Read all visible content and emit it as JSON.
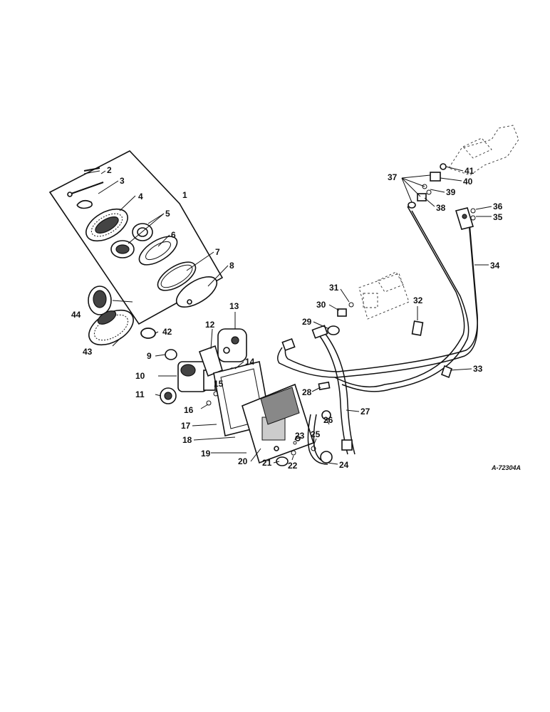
{
  "drawing_number": "A-72304A",
  "callouts": {
    "c1": "1",
    "c2": "2",
    "c3": "3",
    "c4": "4",
    "c5": "5",
    "c6": "6",
    "c7": "7",
    "c8": "8",
    "c9": "9",
    "c10": "10",
    "c11": "11",
    "c12": "12",
    "c13": "13",
    "c14": "14",
    "c15": "15",
    "c16": "16",
    "c17": "17",
    "c18": "18",
    "c19": "19",
    "c20": "20",
    "c21": "21",
    "c22": "22",
    "c23": "23",
    "c24": "24",
    "c25": "25",
    "c26": "26",
    "c27": "27",
    "c28": "28",
    "c29": "29",
    "c30": "30",
    "c31": "31",
    "c32": "32",
    "c33": "33",
    "c34": "34",
    "c35": "35",
    "c36": "36",
    "c37": "37",
    "c38": "38",
    "c39": "39",
    "c40": "40",
    "c41": "41",
    "c42": "42",
    "c43": "43",
    "c44": "44"
  }
}
